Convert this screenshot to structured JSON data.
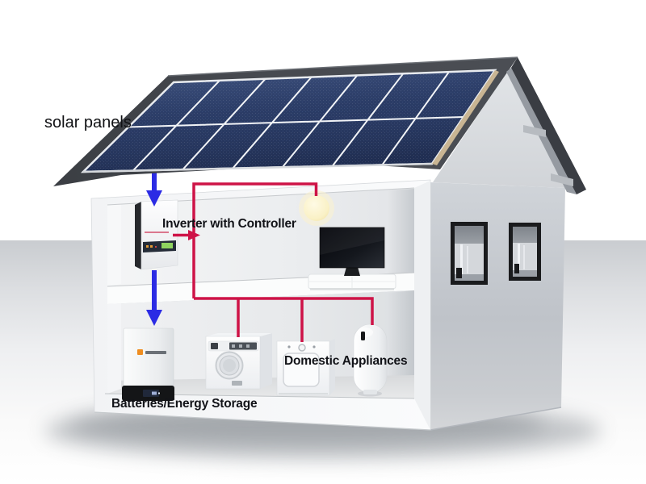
{
  "diagram": {
    "type": "solar-home-energy-system-cutaway",
    "labels": {
      "solar_panels": "solar panels",
      "inverter": "Inverter with Controller",
      "domestic_appliances": "Domestic Appliances",
      "batteries": "Batteries/Energy Storage"
    },
    "components": [
      {
        "id": "solar-panel-array",
        "rows": 2,
        "columns": 7,
        "panel_count": 14
      },
      {
        "id": "inverter-with-controller",
        "mounted": "upper-floor-wall"
      },
      {
        "id": "battery-energy-storage",
        "location": "lower-floor"
      },
      {
        "id": "washing-machine",
        "location": "lower-floor"
      },
      {
        "id": "tumble-dryer",
        "location": "lower-floor"
      },
      {
        "id": "water-heater",
        "location": "lower-floor"
      },
      {
        "id": "television",
        "location": "upper-floor"
      },
      {
        "id": "light-bulb",
        "location": "upper-floor-ceiling"
      },
      {
        "id": "window",
        "count": 2,
        "location": "right-exterior-wall"
      }
    ],
    "connections": [
      {
        "from": "solar-panel-array",
        "to": "inverter-with-controller",
        "style": "blue-arrow"
      },
      {
        "from": "inverter-with-controller",
        "to": "battery-energy-storage",
        "style": "blue-arrow"
      },
      {
        "from": "inverter-with-controller",
        "to": "house-wiring",
        "style": "red-arrow"
      },
      {
        "from": "house-wiring",
        "to": "light-bulb",
        "style": "red-wire"
      },
      {
        "from": "house-wiring",
        "to": "washing-machine",
        "style": "red-wire"
      },
      {
        "from": "house-wiring",
        "to": "tumble-dryer",
        "style": "red-wire"
      },
      {
        "from": "house-wiring",
        "to": "water-heater",
        "style": "red-wire"
      }
    ],
    "colors": {
      "wire_red": "#ce1347",
      "flow_arrow_blue": "#2b2be4",
      "solar_cell_blue": "#26355c",
      "roof_gray": "#46494f",
      "bulb_yellow": "#fbf3cd",
      "wall_gray": "#c7cbd0"
    }
  }
}
